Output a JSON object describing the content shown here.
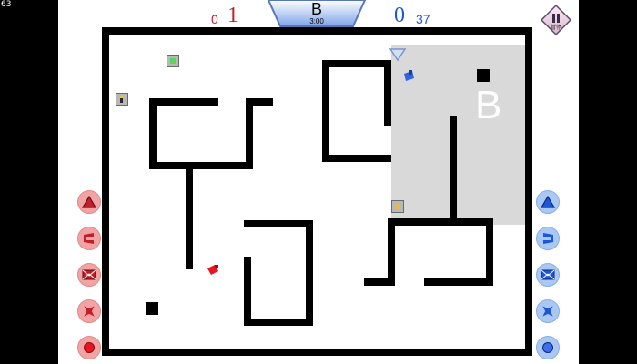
{
  "hud": {
    "fps_counter": "63",
    "red_team": {
      "small_score": "0",
      "big_score": "1",
      "color": "#c0202a"
    },
    "blue_team": {
      "small_score": "37",
      "big_score": "0",
      "color": "#1e56d6"
    },
    "timer": {
      "zone_letter": "B",
      "time": "3:00"
    },
    "pause_button": {
      "label": "暂停"
    }
  },
  "arena": {
    "zone_label": "B",
    "zone_color": "#d9d9d9"
  },
  "left_panel": {
    "bar_colors": {
      "health": "#e8161e",
      "energy": "#f5a623"
    },
    "abilities": [
      {
        "name": "triangle-icon"
      },
      {
        "name": "dash-icon"
      },
      {
        "name": "envelope-icon"
      },
      {
        "name": "shuriken-icon"
      },
      {
        "name": "circle-icon"
      }
    ]
  },
  "right_panel": {
    "bar_colors": {
      "health": "#3d6ef0",
      "energy": "#f5a623"
    },
    "abilities": [
      {
        "name": "triangle-icon"
      },
      {
        "name": "dash-icon"
      },
      {
        "name": "envelope-icon"
      },
      {
        "name": "shuriken-icon"
      },
      {
        "name": "circle-icon"
      }
    ]
  }
}
